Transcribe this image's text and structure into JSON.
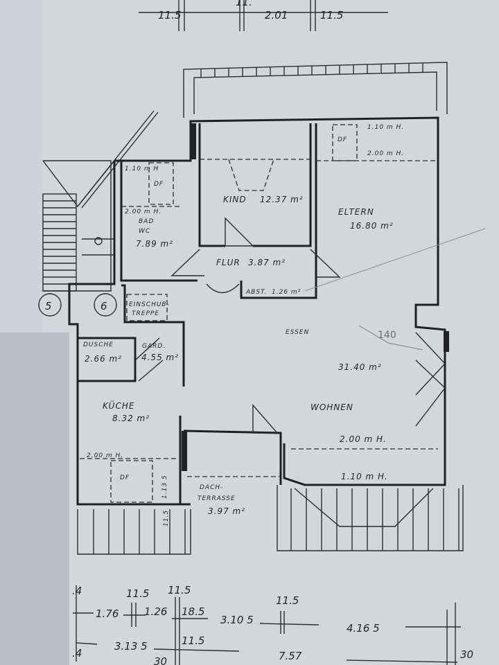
{
  "top_dims": {
    "a": "11.5",
    "b": "11.",
    "c": "2.01",
    "d": "11.5"
  },
  "rooms": {
    "bad": {
      "h1": "1.10 m H",
      "df": "DF",
      "h2": "2.00 m H.",
      "name1": "BAD",
      "name2": "WC",
      "area": "7.89 m²"
    },
    "kind": {
      "name": "KIND",
      "area": "12.37 m²"
    },
    "eltern": {
      "h1": "1.10 m H.",
      "df": "DF",
      "h2": "2.00 m H.",
      "name": "ELTERN",
      "area": "16.80 m²"
    },
    "flur": {
      "name": "FLUR",
      "area": "3.87 m²"
    },
    "abst": {
      "name": "ABST.",
      "area": "1.26 m²"
    },
    "einschub": {
      "line1": "EINSCHUB-",
      "line2": "TREPPE"
    },
    "dusche": {
      "name": "DUSCHE",
      "area": "2.66 m²"
    },
    "gard": {
      "name": "GARD.",
      "area": "4.55 m²"
    },
    "essen": {
      "name": "ESSEN",
      "area": "31.40 m²"
    },
    "wohnen": {
      "name": "WOHNEN",
      "h2": "2.00 m H.",
      "h1": "1.10 m H."
    },
    "kueche": {
      "name": "KÜCHE",
      "area": "8.32 m²",
      "h2": "2.00 m H.",
      "df": "DF",
      "dim": "1.13 5",
      "small": "11.5"
    },
    "terrasse": {
      "line1": "DACH-",
      "line2": "TERRASSE",
      "area": "3.97 m²"
    }
  },
  "markers": {
    "five": "5",
    "six": "6"
  },
  "pencil_note": "140",
  "bottom_dims": {
    "r1": [
      "1.76",
      "11.5",
      "1.26",
      "11.5",
      "18.5",
      "3.10 5",
      "11.5",
      "4.16 5"
    ],
    "r2": [
      "3.13 5",
      "11.5",
      "30",
      "7.57",
      "30"
    ],
    "side": [
      ".4",
      ".4"
    ]
  }
}
